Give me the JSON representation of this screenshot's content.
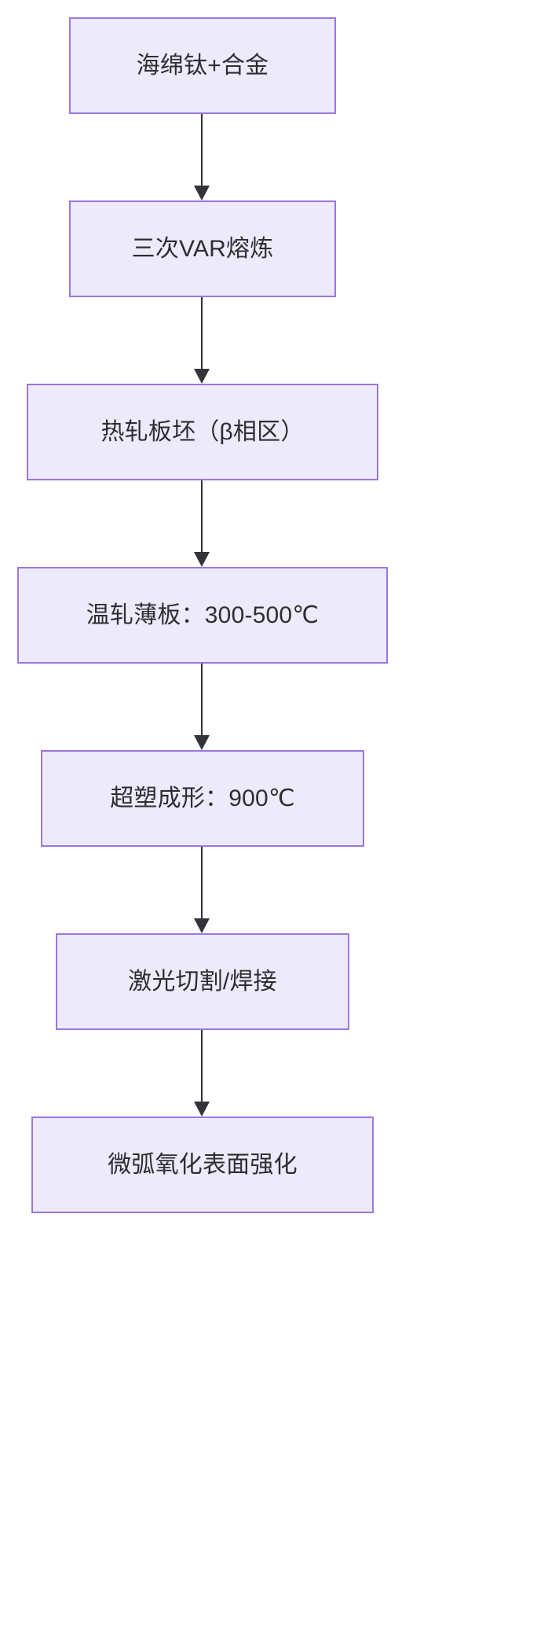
{
  "diagram": {
    "type": "flowchart",
    "direction": "top-to-bottom",
    "title": "",
    "node_fill_color": "#ECEAFB",
    "node_border_color": "#9A77E0",
    "node_text_color": "#2e2e32",
    "edge_color": "#33333a",
    "background_color": "#ffffff",
    "nodes": [
      {
        "id": "n1",
        "label": "海绵钛+合金"
      },
      {
        "id": "n2",
        "label": "三次VAR熔炼"
      },
      {
        "id": "n3",
        "label": "热轧板坯（β相区）"
      },
      {
        "id": "n4",
        "label": "温轧薄板：300-500℃"
      },
      {
        "id": "n5",
        "label": "超塑成形：900℃"
      },
      {
        "id": "n6",
        "label": "激光切割/焊接"
      },
      {
        "id": "n7",
        "label": "微弧氧化表面强化"
      }
    ],
    "edges": [
      {
        "from": "n1",
        "to": "n2",
        "label": ""
      },
      {
        "from": "n2",
        "to": "n3",
        "label": ""
      },
      {
        "from": "n3",
        "to": "n4",
        "label": ""
      },
      {
        "from": "n4",
        "to": "n5",
        "label": ""
      },
      {
        "from": "n5",
        "to": "n6",
        "label": ""
      },
      {
        "from": "n6",
        "to": "n7",
        "label": ""
      }
    ]
  }
}
